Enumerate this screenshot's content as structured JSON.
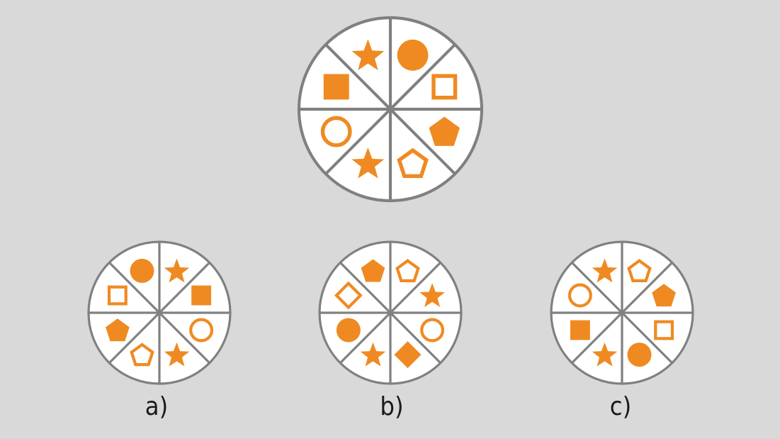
{
  "puzzle": {
    "colors": {
      "background": "#d9d9d9",
      "rim": "#808080",
      "fill": "#ef8a22",
      "wheel_bg": "#ffffff"
    },
    "segment_order": "clockwise from top-right segment: [top-right, right-upper, right-lower, bottom-right, bottom-left, left-lower, left-upper, top-left]",
    "question_wheel": {
      "segments": [
        "filled-circle",
        "outline-square",
        "filled-pentagon",
        "outline-pentagon",
        "filled-star",
        "outline-circle",
        "filled-square",
        "filled-star"
      ]
    },
    "options": [
      {
        "label": "a)",
        "segments": [
          "filled-star",
          "filled-square",
          "outline-circle",
          "filled-star",
          "outline-pentagon",
          "filled-pentagon",
          "outline-square",
          "filled-circle"
        ]
      },
      {
        "label": "b)",
        "segments": [
          "outline-pentagon",
          "filled-star",
          "outline-circle",
          "filled-diamond",
          "filled-star",
          "filled-circle",
          "outline-diamond",
          "filled-pentagon"
        ]
      },
      {
        "label": "c)",
        "segments": [
          "outline-pentagon",
          "filled-pentagon",
          "outline-square",
          "filled-circle",
          "filled-star",
          "filled-square",
          "outline-circle",
          "filled-star"
        ]
      }
    ]
  }
}
